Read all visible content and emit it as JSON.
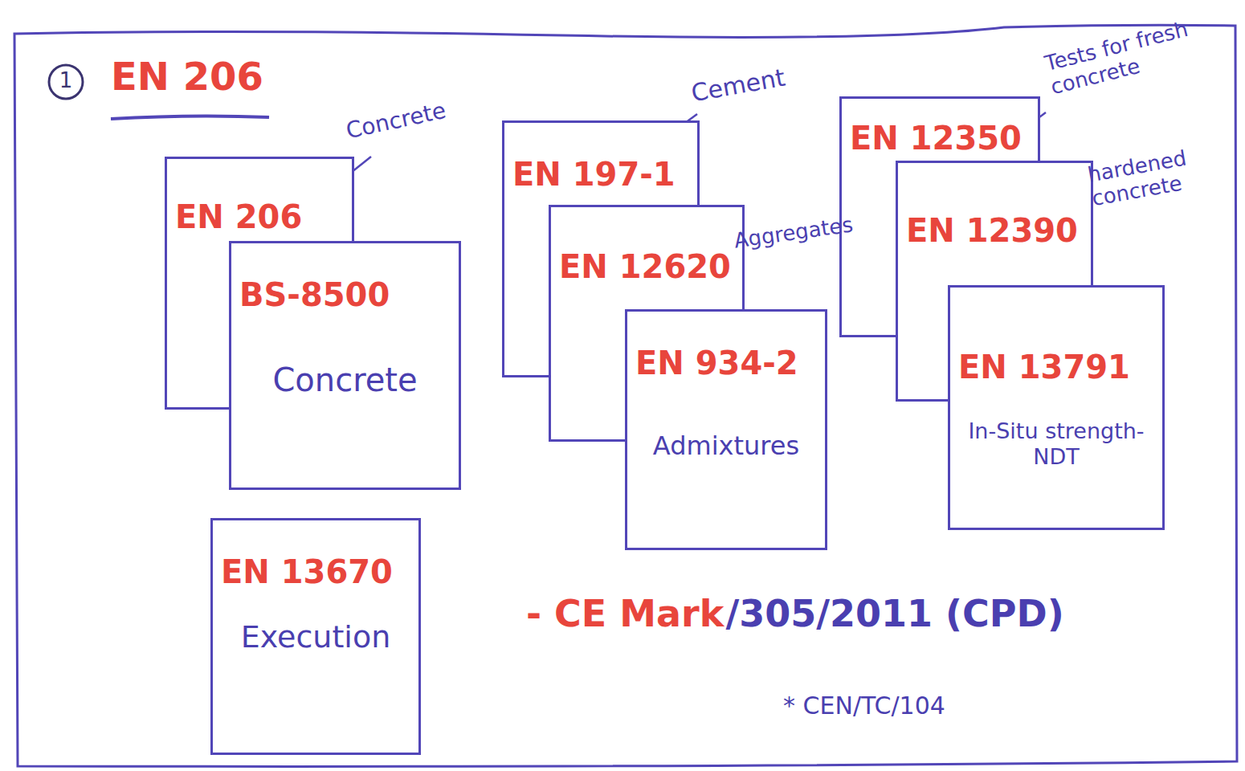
{
  "diagram": {
    "title": "EN 206",
    "nodes": [
      {
        "text": [
          "EN 206"
        ]
      },
      {
        "text": [
          "BS-8500",
          "Concrete"
        ]
      },
      {
        "text": [
          "EN 13670",
          "Execution"
        ]
      },
      {
        "text": [
          "EN 197-1"
        ]
      },
      {
        "text": [
          "EN 12620"
        ]
      },
      {
        "text": [
          "EN 934-2",
          "Admixtures"
        ]
      },
      {
        "text": [
          "EN 12350"
        ]
      },
      {
        "text": [
          "EN 12390"
        ]
      },
      {
        "text": [
          "EN 13791",
          "In-Situ strength-NDT"
        ]
      }
    ],
    "labels": [
      "1",
      "Concrete",
      "Cement",
      "Aggregates",
      "Tests for fresh concrete",
      "hardened concrete",
      "- CE Mark",
      "/305/2011 (CPD)",
      "* CEN/TC/104"
    ]
  }
}
